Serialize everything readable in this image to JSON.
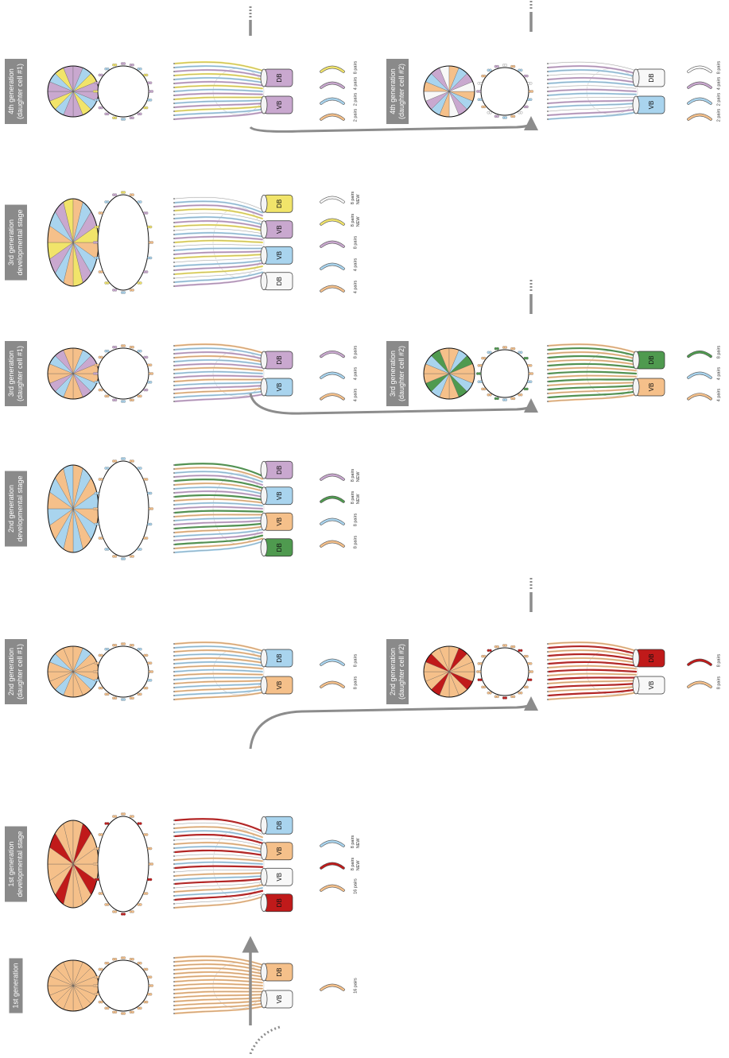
{
  "colors": {
    "orange": "#f5c08a",
    "blue": "#a9d4ee",
    "purple": "#c9a8cf",
    "yellow": "#f1e46a",
    "red": "#c01a1a",
    "green": "#4f9a4f",
    "white": "#f8f8f8",
    "arrow": "#8c8c8c",
    "label_bg": "#8a8a8a"
  },
  "columns": [
    {
      "id": "gen1",
      "title_lines": [
        "1st generation"
      ],
      "shape": "circle",
      "palette": [
        "orange",
        "orange",
        "orange",
        "orange"
      ],
      "box_labels": [
        "VB",
        "DB"
      ],
      "box_colors": [
        "white",
        "orange"
      ],
      "bundle_colors": [
        "orange"
      ],
      "pair_lines": [
        [
          "16 pairs"
        ]
      ],
      "swatches": [
        "orange"
      ]
    },
    {
      "id": "gen1dev",
      "title_lines": [
        "1st  generation",
        "developmental stage"
      ],
      "shape": "ellipse",
      "palette": [
        "orange",
        "red",
        "orange",
        "orange"
      ],
      "box_labels": [
        "DB",
        "VB",
        "VB",
        "DB"
      ],
      "box_colors": [
        "red",
        "white",
        "orange",
        "blue"
      ],
      "bundle_colors": [
        "red",
        "white",
        "orange",
        "blue"
      ],
      "pair_lines": [
        [
          "16 pairs"
        ],
        [
          "8 pairs",
          "NEW"
        ],
        [
          "8 pairs",
          "NEW"
        ]
      ],
      "swatches": [
        "orange",
        "red",
        "blue"
      ]
    },
    {
      "id": "gen2d1",
      "title_lines": [
        "2nd generation",
        "(daughter cell #1)"
      ],
      "shape": "circle",
      "palette": [
        "orange",
        "blue",
        "orange",
        "orange"
      ],
      "box_labels": [
        "VB",
        "DB"
      ],
      "box_colors": [
        "orange",
        "blue"
      ],
      "bundle_colors": [
        "orange",
        "blue"
      ],
      "pair_lines": [
        [
          "8 pairs"
        ],
        [
          "8 pairs"
        ]
      ],
      "swatches": [
        "orange",
        "blue"
      ]
    },
    {
      "id": "gen2dev",
      "title_lines": [
        "2nd generation",
        "developmental stage"
      ],
      "shape": "ellipse",
      "palette": [
        "orange",
        "blue",
        "orange",
        "blue"
      ],
      "box_labels": [
        "DB",
        "VB",
        "VB",
        "DB"
      ],
      "box_colors": [
        "green",
        "orange",
        "blue",
        "purple"
      ],
      "bundle_colors": [
        "green",
        "orange",
        "blue",
        "purple"
      ],
      "pair_lines": [
        [
          "8 pairs"
        ],
        [
          "8 pairs"
        ],
        [
          "8 pairs",
          "NEW"
        ],
        [
          "8 pairs",
          "NEW"
        ]
      ],
      "swatches": [
        "orange",
        "blue",
        "green",
        "purple"
      ]
    },
    {
      "id": "gen3d1",
      "title_lines": [
        "3rd generation",
        "(daughter cell #1)"
      ],
      "shape": "circle",
      "palette": [
        "orange",
        "blue",
        "purple",
        "orange"
      ],
      "box_labels": [
        "VB",
        "DB"
      ],
      "box_colors": [
        "blue",
        "purple"
      ],
      "bundle_colors": [
        "orange",
        "blue",
        "purple"
      ],
      "pair_lines": [
        [
          "4 pairs"
        ],
        [
          "4 pairs"
        ],
        [
          "8 pairs"
        ]
      ],
      "swatches": [
        "orange",
        "blue",
        "purple"
      ]
    },
    {
      "id": "gen3dev",
      "title_lines": [
        "3rd generation",
        "developmental stage"
      ],
      "shape": "ellipse",
      "palette": [
        "orange",
        "blue",
        "purple",
        "yellow"
      ],
      "box_labels": [
        "DB",
        "VB",
        "VB",
        "DB"
      ],
      "box_colors": [
        "white",
        "blue",
        "purple",
        "yellow"
      ],
      "bundle_colors": [
        "white",
        "blue",
        "purple",
        "yellow"
      ],
      "pair_lines": [
        [
          "4 pairs"
        ],
        [
          "4 pairs"
        ],
        [
          "8 pairs"
        ],
        [
          "8 pairs",
          "NEW"
        ],
        [
          "8 pairs",
          "NEW"
        ]
      ],
      "swatches": [
        "orange",
        "blue",
        "purple",
        "yellow",
        "white"
      ]
    },
    {
      "id": "gen4d1",
      "title_lines": [
        "4th generation",
        "(daughter cell #1)"
      ],
      "shape": "circle",
      "palette": [
        "purple",
        "blue",
        "yellow",
        "purple"
      ],
      "box_labels": [
        "VB",
        "DB"
      ],
      "box_colors": [
        "purple",
        "purple"
      ],
      "bundle_colors": [
        "yellow",
        "blue",
        "purple"
      ],
      "pair_lines": [
        [
          "2 pairs"
        ],
        [
          "2 pairs"
        ],
        [
          "4 pairs"
        ],
        [
          "8 pairs"
        ]
      ],
      "swatches": [
        "orange",
        "blue",
        "purple",
        "yellow"
      ]
    }
  ],
  "daughters": [
    {
      "id": "gen2d2",
      "from": 1,
      "title_lines": [
        "2nd generation",
        "(daughter cell #2)"
      ],
      "palette": [
        "orange",
        "red",
        "orange",
        "orange"
      ],
      "box_labels": [
        "VB",
        "DB"
      ],
      "box_colors": [
        "white",
        "red"
      ],
      "bundle_colors": [
        "orange",
        "red"
      ],
      "pair_lines": [
        [
          "8 pairs"
        ],
        [
          "8 pairs"
        ]
      ],
      "swatches": [
        "orange",
        "red"
      ]
    },
    {
      "id": "gen3d2",
      "from": 3,
      "title_lines": [
        "3rd generation",
        "(daughter cell #2)"
      ],
      "palette": [
        "orange",
        "blue",
        "green",
        "orange"
      ],
      "box_labels": [
        "VB",
        "DB"
      ],
      "box_colors": [
        "orange",
        "green"
      ],
      "bundle_colors": [
        "orange",
        "green"
      ],
      "pair_lines": [
        [
          "4 pairs"
        ],
        [
          "4 pairs"
        ],
        [
          "8 pairs"
        ]
      ],
      "swatches": [
        "orange",
        "blue",
        "green"
      ]
    },
    {
      "id": "gen4d2",
      "from": 5,
      "title_lines": [
        "4th generation",
        "(daughter cell #2)"
      ],
      "palette": [
        "orange",
        "blue",
        "purple",
        "white"
      ],
      "box_labels": [
        "VB",
        "DB"
      ],
      "box_colors": [
        "blue",
        "white"
      ],
      "bundle_colors": [
        "white",
        "purple",
        "blue"
      ],
      "pair_lines": [
        [
          "2 pairs"
        ],
        [
          "2 pairs"
        ],
        [
          "4 pairs"
        ],
        [
          "8 pairs"
        ]
      ],
      "swatches": [
        "orange",
        "blue",
        "purple",
        "white"
      ]
    }
  ]
}
